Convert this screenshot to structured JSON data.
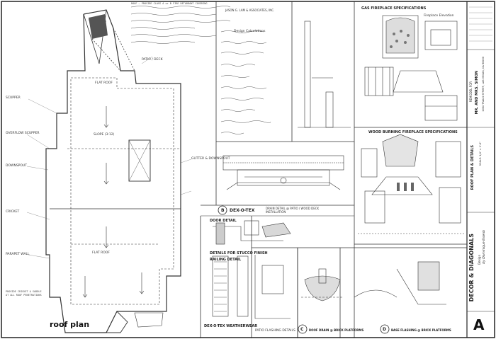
{
  "roof_plan": {
    "title": "roof plan",
    "notes_top": "ROOF — PROVIDE CLASS A or B FIRE RETARDANT COVERING",
    "areas": [
      {
        "label": "FLAT ROOF"
      },
      {
        "label": "SLOPE (3:12)"
      },
      {
        "label": "PATIO / DECK"
      },
      {
        "label": "GUTTER & DOWNSPOUT"
      },
      {
        "label": "FLAT ROOF"
      }
    ],
    "notes_left": [
      "SCUPPER",
      "OVERFLOW SCUPPER",
      "DOWNSPOUT",
      "CRICKET",
      "PARAPET WALL"
    ],
    "note_bottom_left": "PROVIDE CRICKET & SADDLE AT ALL ROOF PENETRATIONS"
  },
  "details": {
    "engineer_block": "JASON G. LAM & ASSOCIATES, INC.",
    "calc_heading": "Design Calculations",
    "gas_fireplace": {
      "title": "GAS FIREPLACE SPECIFICATIONS",
      "subtitle": "Fireplace Elevation"
    },
    "wood_fireplace": {
      "title": "WOOD BURNING FIREPLACE SPECIFICATIONS"
    },
    "deck_section": {
      "caption": "DRAIN DETAIL @ PATIO / WOOD DECK INSTALLATION",
      "tag": "DEX-O-TEX",
      "letter": "B"
    },
    "door_detail": {
      "caption": "DOOR DETAIL"
    },
    "stucco_detail": {
      "caption": "DETAILS FOR STUCCO FINISH"
    },
    "railing_detail": {
      "caption": "RAILING DETAIL"
    },
    "weatherwear": {
      "caption": "DEX-O-TEX WEATHERWEAR",
      "sub": "PATIO FLASHING DETAILS"
    },
    "roof_drain": {
      "caption": "ROOF DRAIN @ BRICK PLATFORMS",
      "letter": "C"
    },
    "base_flashing": {
      "caption": "BASE FLASHING @ BRICK PLATFORMS",
      "letter": "D"
    }
  },
  "title_block": {
    "client_label": "REMODEL FOR",
    "client": "MR. AND MRS. SIMON",
    "address": "1004 TRAILS STREET, LAS VEGAS, CA 90000",
    "sheet_title": "ROOF PLAN & DETAILS",
    "scale": "SCALE: 1/4\" = 1'-0\"",
    "firm": "DECOR & DIAGONALS",
    "firm_sub": "Design",
    "firm_sub2": "by Dominique Eisenb",
    "sheet_number": "A"
  }
}
